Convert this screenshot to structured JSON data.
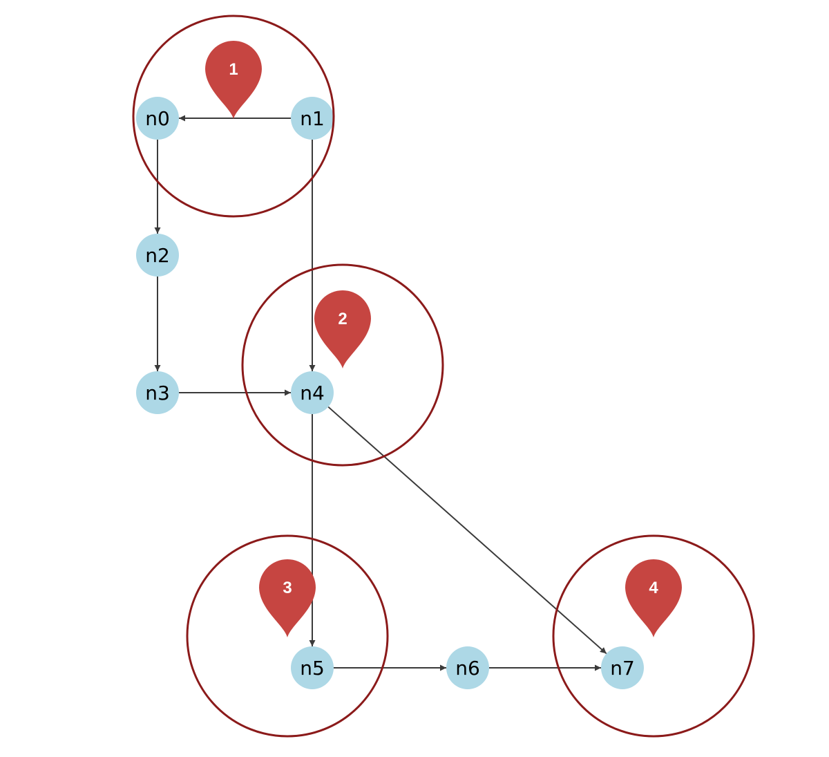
{
  "colors": {
    "background": "#ffffff",
    "node_fill": "#add8e6",
    "edge": "#3a3a3a",
    "highlight_circle": "#8b1a1a",
    "marker_fill": "#c64541",
    "marker_text": "#ffffff",
    "node_text": "#000000"
  },
  "nodes": [
    {
      "id": "n0",
      "label": "n0"
    },
    {
      "id": "n1",
      "label": "n1"
    },
    {
      "id": "n2",
      "label": "n2"
    },
    {
      "id": "n3",
      "label": "n3"
    },
    {
      "id": "n4",
      "label": "n4"
    },
    {
      "id": "n5",
      "label": "n5"
    },
    {
      "id": "n6",
      "label": "n6"
    },
    {
      "id": "n7",
      "label": "n7"
    }
  ],
  "edges": [
    {
      "from": "n1",
      "to": "n0"
    },
    {
      "from": "n0",
      "to": "n2"
    },
    {
      "from": "n2",
      "to": "n3"
    },
    {
      "from": "n3",
      "to": "n4"
    },
    {
      "from": "n1",
      "to": "n4"
    },
    {
      "from": "n4",
      "to": "n5"
    },
    {
      "from": "n4",
      "to": "n7"
    },
    {
      "from": "n5",
      "to": "n6"
    },
    {
      "from": "n6",
      "to": "n7"
    }
  ],
  "markers": [
    {
      "label": "1"
    },
    {
      "label": "2"
    },
    {
      "label": "3"
    },
    {
      "label": "4"
    }
  ]
}
